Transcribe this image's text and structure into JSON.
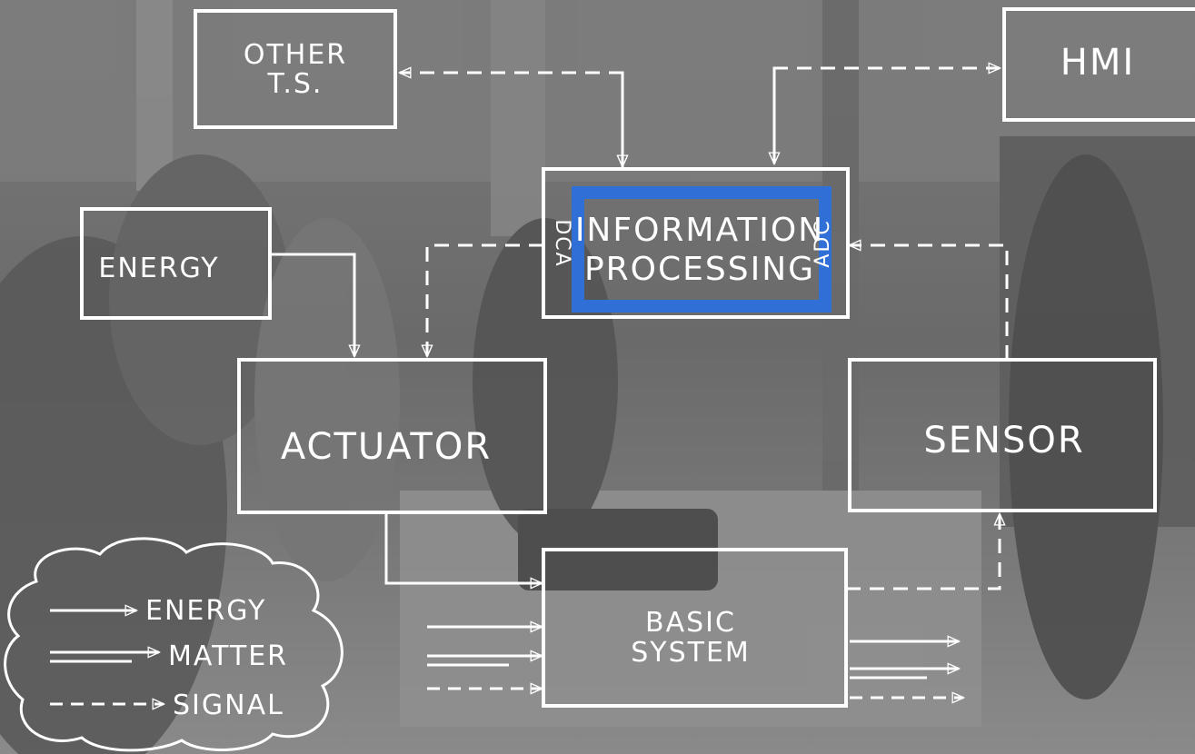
{
  "diagram": {
    "blocks": {
      "other_ts": [
        "OTHER",
        "T.S."
      ],
      "hmi": "HMI",
      "energy": "ENERGY",
      "information_processing": [
        "INFORMATION",
        "PROCESSING"
      ],
      "dca": "DCA",
      "adc": "ADC",
      "actuator": "ACTUATOR",
      "sensor": "SENSOR",
      "basic_system": [
        "BASIC",
        "SYSTEM"
      ]
    },
    "legend": {
      "energy": "ENERGY",
      "matter": "MATTER",
      "signal": "SIGNAL"
    },
    "colors": {
      "line": "#ffffff",
      "highlight": "#2f6fd6",
      "background": "#707070"
    }
  }
}
